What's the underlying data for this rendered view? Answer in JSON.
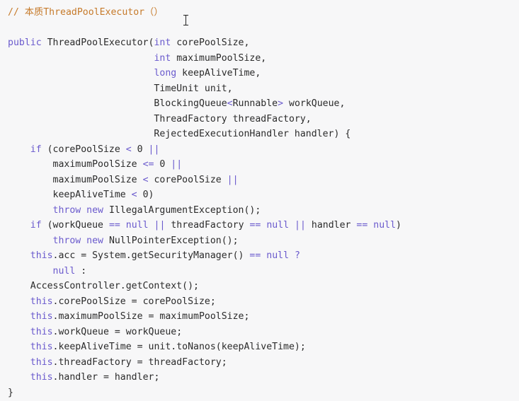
{
  "colors": {
    "background": "#f7f7f8",
    "comment": "#c67a2a",
    "keyword": "#6a5acd",
    "plain": "#2b2b2b",
    "punct": "#555555"
  },
  "cursor_icon": "text-cursor-icon",
  "code": {
    "lines": [
      [
        {
          "t": "// 本质ThreadPoolExecutor（）",
          "c": "comment"
        }
      ],
      [],
      [
        {
          "t": "public",
          "c": "keyword"
        },
        {
          "t": " ThreadPoolExecutor(",
          "c": "plain"
        },
        {
          "t": "int",
          "c": "keyword"
        },
        {
          "t": " corePoolSize,",
          "c": "plain"
        }
      ],
      [
        {
          "t": "                          ",
          "c": "plain"
        },
        {
          "t": "int",
          "c": "keyword"
        },
        {
          "t": " maximumPoolSize,",
          "c": "plain"
        }
      ],
      [
        {
          "t": "                          ",
          "c": "plain"
        },
        {
          "t": "long",
          "c": "keyword"
        },
        {
          "t": " keepAliveTime,",
          "c": "plain"
        }
      ],
      [
        {
          "t": "                          TimeUnit unit,",
          "c": "plain"
        }
      ],
      [
        {
          "t": "                          BlockingQueue",
          "c": "plain"
        },
        {
          "t": "<",
          "c": "keyword"
        },
        {
          "t": "Runnable",
          "c": "plain"
        },
        {
          "t": ">",
          "c": "keyword"
        },
        {
          "t": " workQueue,",
          "c": "plain"
        }
      ],
      [
        {
          "t": "                          ThreadFactory threadFactory,",
          "c": "plain"
        }
      ],
      [
        {
          "t": "                          RejectedExecutionHandler handler) {",
          "c": "plain"
        }
      ],
      [
        {
          "t": "    ",
          "c": "plain"
        },
        {
          "t": "if",
          "c": "keyword"
        },
        {
          "t": " (corePoolSize ",
          "c": "plain"
        },
        {
          "t": "<",
          "c": "keyword"
        },
        {
          "t": " 0 ",
          "c": "plain"
        },
        {
          "t": "||",
          "c": "keyword"
        }
      ],
      [
        {
          "t": "        maximumPoolSize ",
          "c": "plain"
        },
        {
          "t": "<=",
          "c": "keyword"
        },
        {
          "t": " 0 ",
          "c": "plain"
        },
        {
          "t": "||",
          "c": "keyword"
        }
      ],
      [
        {
          "t": "        maximumPoolSize ",
          "c": "plain"
        },
        {
          "t": "<",
          "c": "keyword"
        },
        {
          "t": " corePoolSize ",
          "c": "plain"
        },
        {
          "t": "||",
          "c": "keyword"
        }
      ],
      [
        {
          "t": "        keepAliveTime ",
          "c": "plain"
        },
        {
          "t": "<",
          "c": "keyword"
        },
        {
          "t": " 0)",
          "c": "plain"
        }
      ],
      [
        {
          "t": "        ",
          "c": "plain"
        },
        {
          "t": "throw new",
          "c": "keyword"
        },
        {
          "t": " IllegalArgumentException();",
          "c": "plain"
        }
      ],
      [
        {
          "t": "    ",
          "c": "plain"
        },
        {
          "t": "if",
          "c": "keyword"
        },
        {
          "t": " (workQueue ",
          "c": "plain"
        },
        {
          "t": "==",
          "c": "keyword"
        },
        {
          "t": " ",
          "c": "plain"
        },
        {
          "t": "null",
          "c": "keyword"
        },
        {
          "t": " ",
          "c": "plain"
        },
        {
          "t": "||",
          "c": "keyword"
        },
        {
          "t": " threadFactory ",
          "c": "plain"
        },
        {
          "t": "==",
          "c": "keyword"
        },
        {
          "t": " ",
          "c": "plain"
        },
        {
          "t": "null",
          "c": "keyword"
        },
        {
          "t": " ",
          "c": "plain"
        },
        {
          "t": "||",
          "c": "keyword"
        },
        {
          "t": " handler ",
          "c": "plain"
        },
        {
          "t": "==",
          "c": "keyword"
        },
        {
          "t": " ",
          "c": "plain"
        },
        {
          "t": "null",
          "c": "keyword"
        },
        {
          "t": ")",
          "c": "plain"
        }
      ],
      [
        {
          "t": "        ",
          "c": "plain"
        },
        {
          "t": "throw new",
          "c": "keyword"
        },
        {
          "t": " NullPointerException();",
          "c": "plain"
        }
      ],
      [
        {
          "t": "    ",
          "c": "plain"
        },
        {
          "t": "this",
          "c": "keyword"
        },
        {
          "t": ".acc = System.getSecurityManager() ",
          "c": "plain"
        },
        {
          "t": "==",
          "c": "keyword"
        },
        {
          "t": " ",
          "c": "plain"
        },
        {
          "t": "null",
          "c": "keyword"
        },
        {
          "t": " ",
          "c": "plain"
        },
        {
          "t": "?",
          "c": "keyword"
        }
      ],
      [
        {
          "t": "        ",
          "c": "plain"
        },
        {
          "t": "null",
          "c": "keyword"
        },
        {
          "t": " :",
          "c": "plain"
        }
      ],
      [
        {
          "t": "    AccessController.getContext();",
          "c": "plain"
        }
      ],
      [
        {
          "t": "    ",
          "c": "plain"
        },
        {
          "t": "this",
          "c": "keyword"
        },
        {
          "t": ".corePoolSize = corePoolSize;",
          "c": "plain"
        }
      ],
      [
        {
          "t": "    ",
          "c": "plain"
        },
        {
          "t": "this",
          "c": "keyword"
        },
        {
          "t": ".maximumPoolSize = maximumPoolSize;",
          "c": "plain"
        }
      ],
      [
        {
          "t": "    ",
          "c": "plain"
        },
        {
          "t": "this",
          "c": "keyword"
        },
        {
          "t": ".workQueue = workQueue;",
          "c": "plain"
        }
      ],
      [
        {
          "t": "    ",
          "c": "plain"
        },
        {
          "t": "this",
          "c": "keyword"
        },
        {
          "t": ".keepAliveTime = unit.toNanos(keepAliveTime);",
          "c": "plain"
        }
      ],
      [
        {
          "t": "    ",
          "c": "plain"
        },
        {
          "t": "this",
          "c": "keyword"
        },
        {
          "t": ".threadFactory = threadFactory;",
          "c": "plain"
        }
      ],
      [
        {
          "t": "    ",
          "c": "plain"
        },
        {
          "t": "this",
          "c": "keyword"
        },
        {
          "t": ".handler = handler;",
          "c": "plain"
        }
      ],
      [
        {
          "t": "}",
          "c": "plain"
        }
      ]
    ]
  }
}
